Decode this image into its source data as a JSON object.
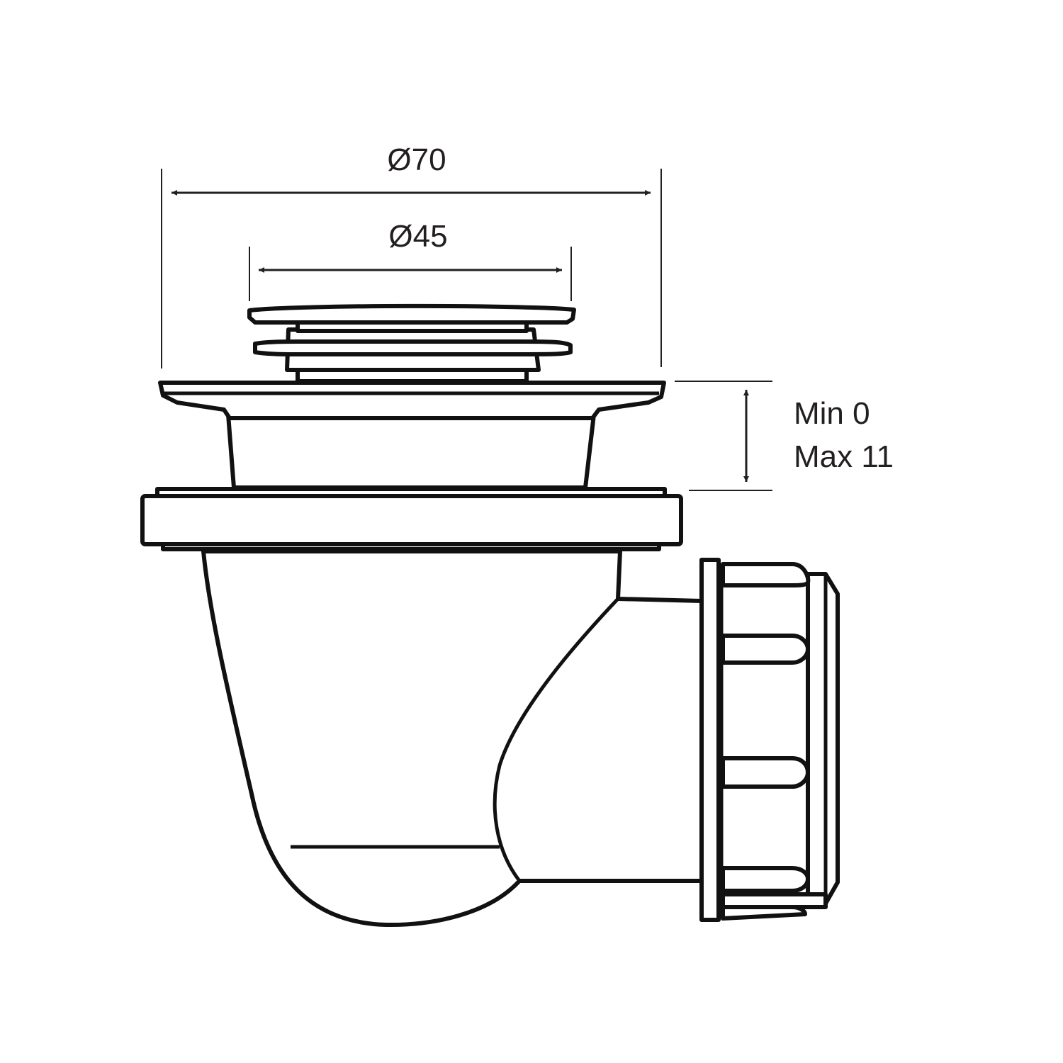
{
  "dimensions": {
    "outer_diameter": "Ø70",
    "inner_diameter": "Ø45",
    "adjust_min": "Min 0",
    "adjust_max": "Max 11"
  },
  "colors": {
    "line": "#111111",
    "background": "#ffffff"
  }
}
